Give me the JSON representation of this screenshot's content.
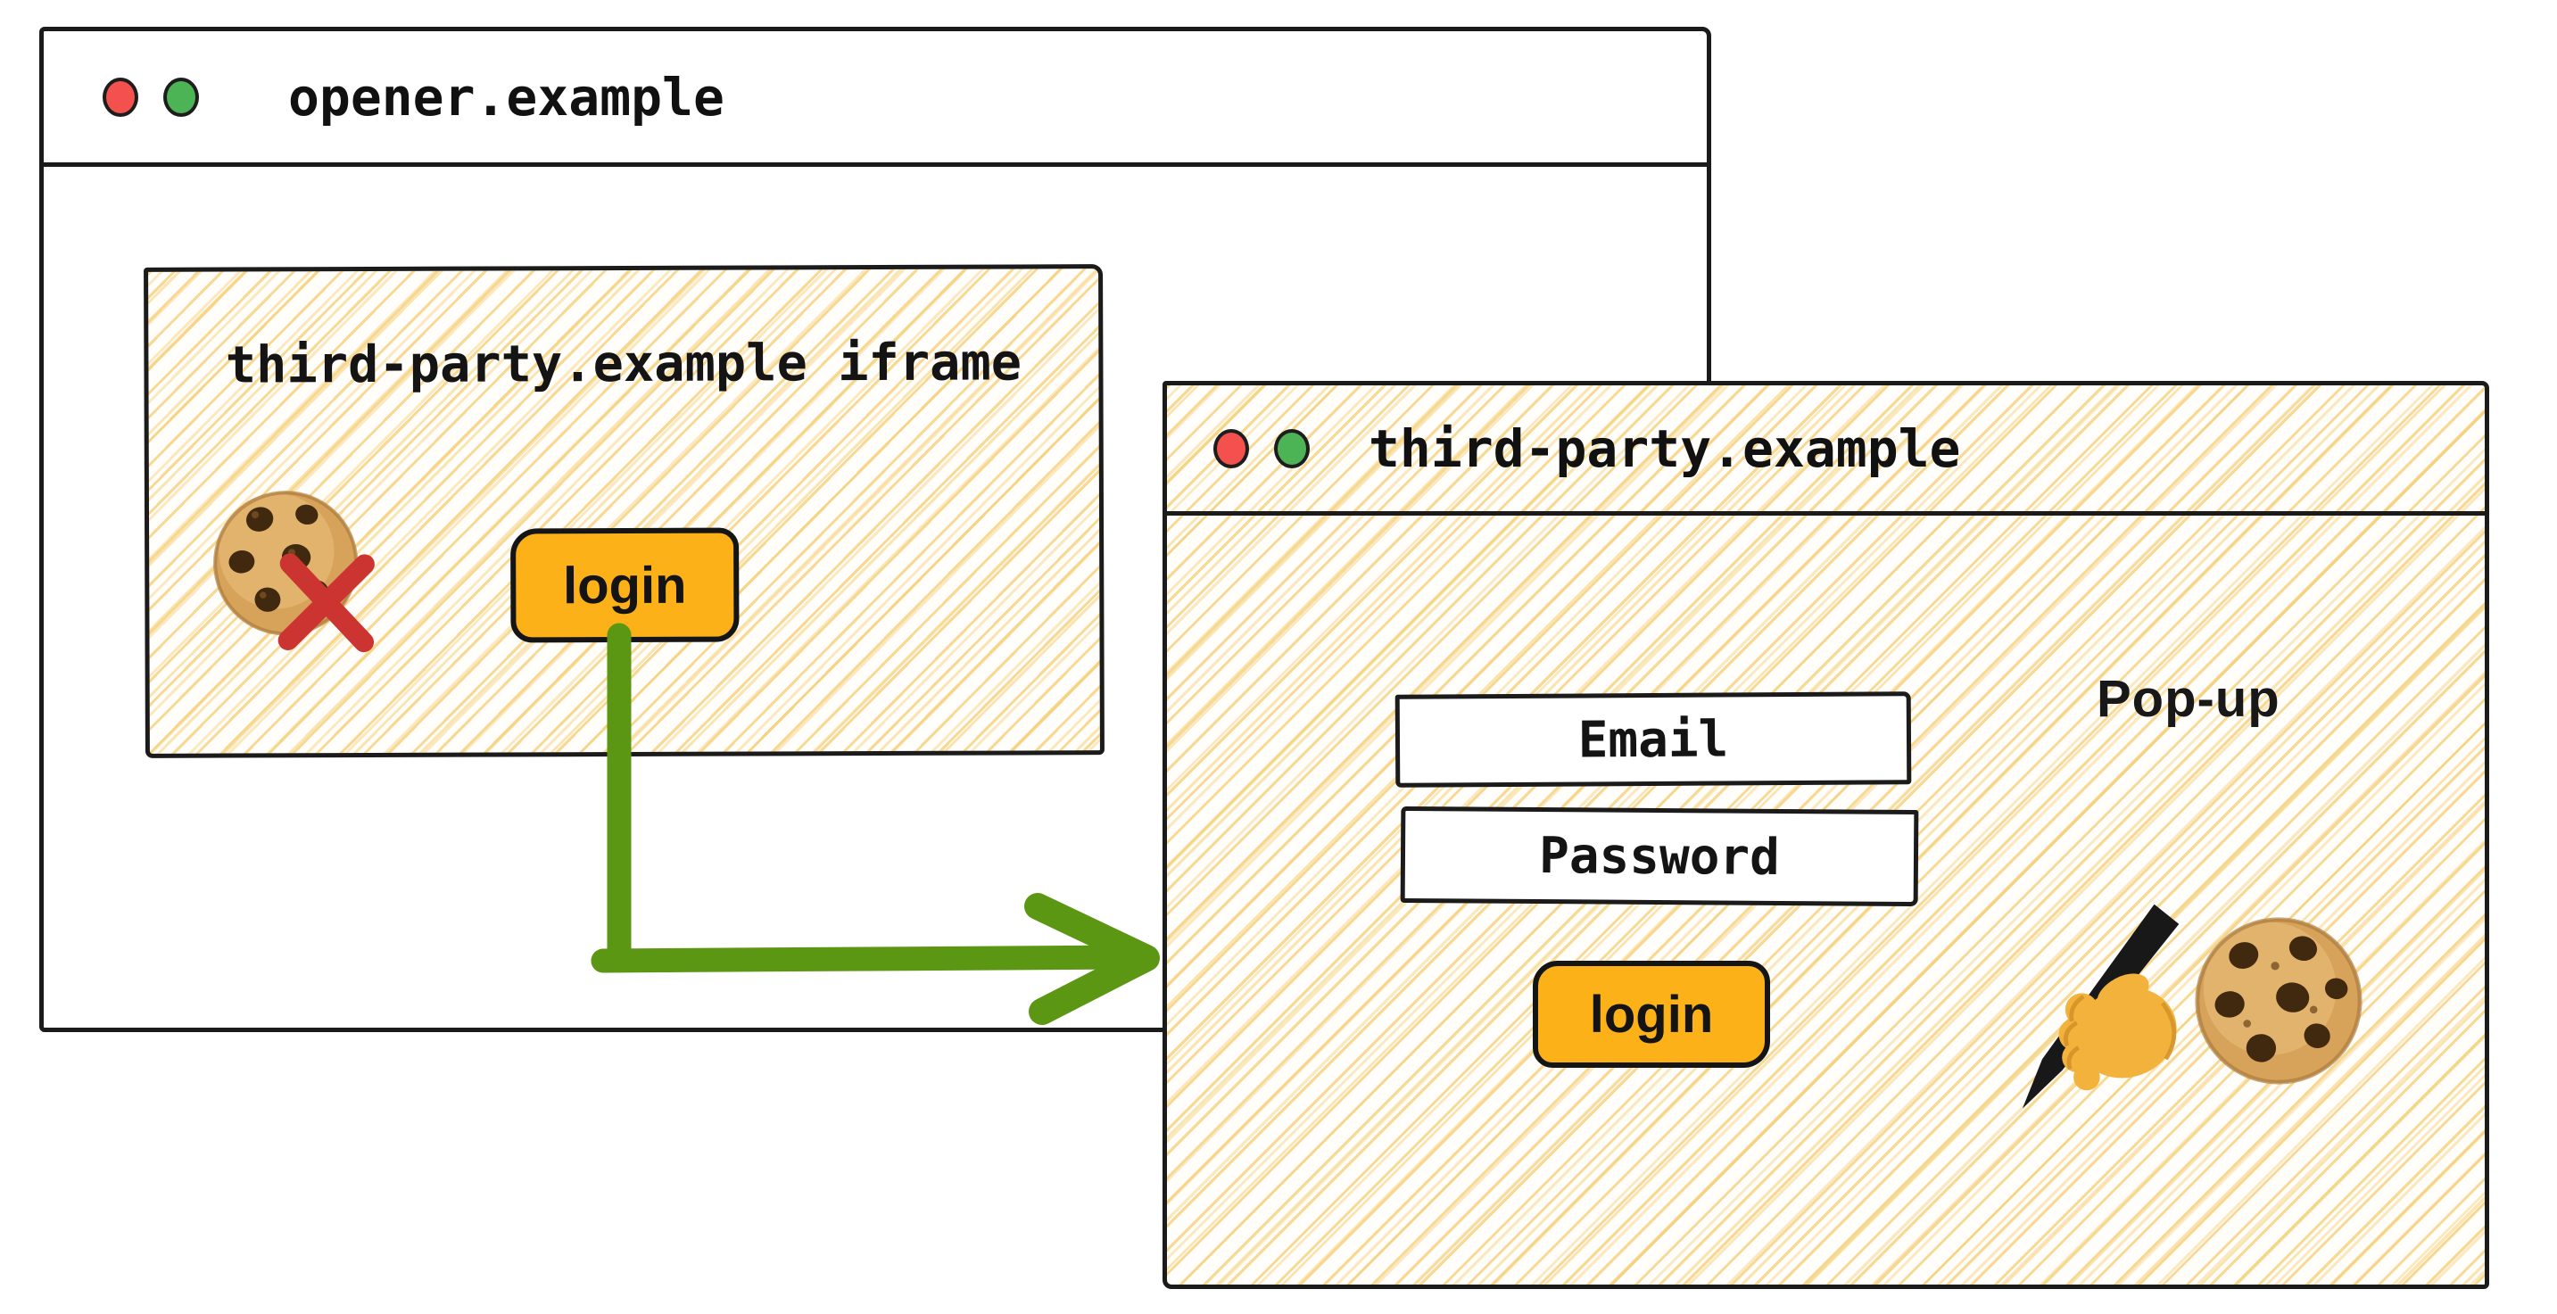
{
  "opener_window": {
    "title": "opener.example",
    "iframe": {
      "label": "third-party.example iframe",
      "login_button_label": "login"
    }
  },
  "popup_window": {
    "title": "third-party.example",
    "annotation": "Pop-up",
    "fields": [
      {
        "label": "Email"
      },
      {
        "label": "Password"
      }
    ],
    "login_button_label": "login"
  },
  "icons": {
    "blocked_cookie": "cookie-icon-with-red-cross",
    "writing_hand": "writing-hand-icon",
    "popup_cookie": "cookie-icon",
    "window_controls": [
      "close-light",
      "minimize-light"
    ],
    "flow_arrow": "green-arrow-iframe-login-to-popup"
  },
  "colors": {
    "button-orange": "#fbb117",
    "arrow-green": "#5b9712",
    "cross-red": "#cc3431",
    "traffic-red": "#f4504e",
    "traffic-green": "#4db456",
    "hatch-yellow": "#f6d382",
    "ink-black": "#1b1b1b"
  }
}
